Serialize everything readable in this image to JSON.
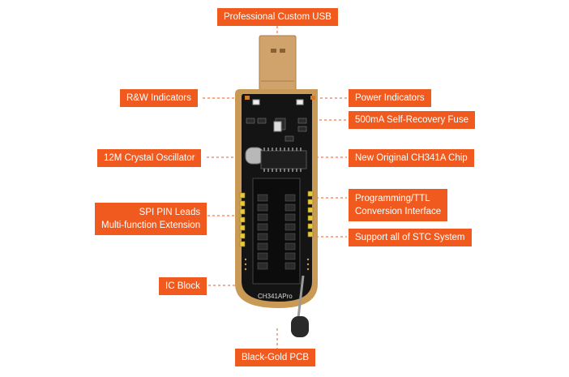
{
  "labels": {
    "usb": "Professional Custom USB",
    "rw_indicators": "R&W Indicators",
    "power_indicators": "Power Indicators",
    "fuse": "500mA Self-Recovery Fuse",
    "crystal": "12M Crystal Oscillator",
    "chip": "New Original CH341A Chip",
    "spi_line1": "SPI PIN Leads",
    "spi_line2": "Multi-function Extension",
    "ttl_line1": "Programming/TTL",
    "ttl_line2": "Conversion Interface",
    "stc": "Support all of STC System",
    "ic_block": "IC Block",
    "pcb": "Black-Gold PCB"
  },
  "board_marking": "CH341APro",
  "colors": {
    "accent": "#f15a1f",
    "pcb_black": "#141414",
    "pcb_gold": "#c89a55",
    "usb_gold": "#cfa36b",
    "pin_yellow": "#e8c840"
  }
}
